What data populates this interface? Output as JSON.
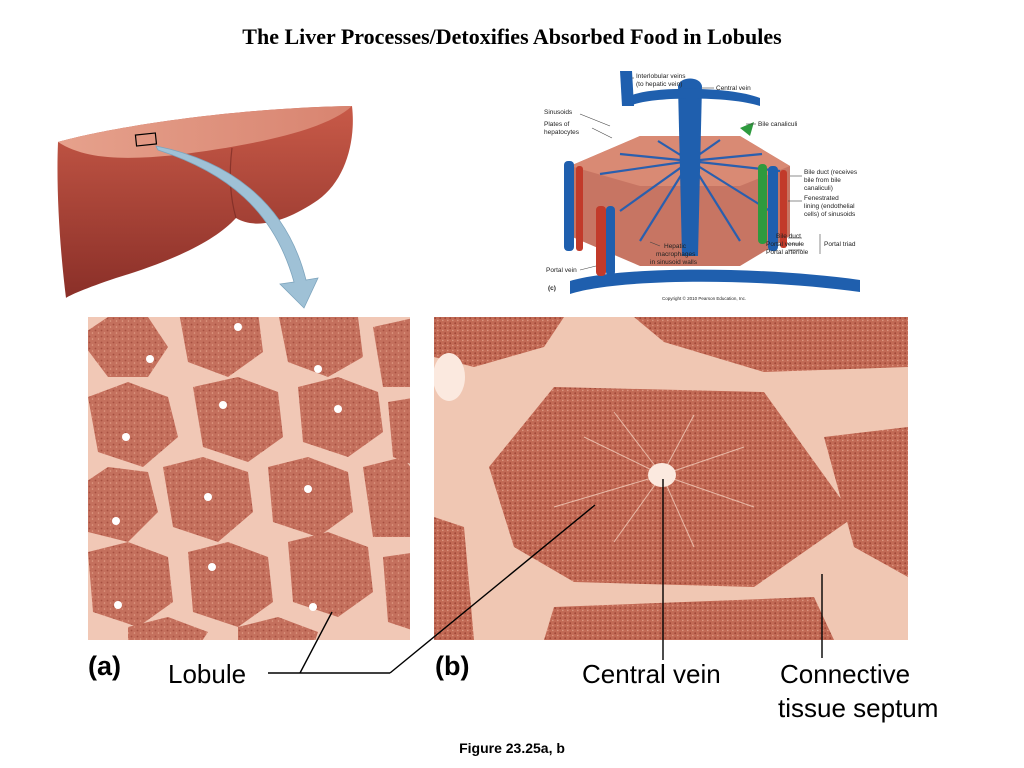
{
  "title": "The  Liver Processes/Detoxifies Absorbed Food in Lobules",
  "panels": {
    "a": {
      "tag": "(a)"
    },
    "b": {
      "tag": "(b)"
    }
  },
  "callouts": {
    "lobule": "Lobule",
    "central_vein": "Central vein",
    "septum_line1": "Connective",
    "septum_line2": "tissue septum"
  },
  "diagram_c": {
    "tag": "(c)",
    "labels": {
      "interlobular_veins_1": "Interlobular veins",
      "interlobular_veins_2": "(to hepatic vein)",
      "central_vein": "Central vein",
      "sinusoids": "Sinusoids",
      "plates_1": "Plates of",
      "plates_2": "hepatocytes",
      "bile_canaliculi": "Bile canaliculi",
      "bile_duct_1": "Bile duct (receives",
      "bile_duct_2": "bile from bile",
      "bile_duct_3": "canaliculi)",
      "fenestrated_1": "Fenestrated",
      "fenestrated_2": "lining (endothelial",
      "fenestrated_3": "cells) of sinusoids",
      "bile_duct_small": "Bile duct",
      "portal_venule": "Portal venule",
      "portal_arteriole": "Portal arteriole",
      "portal_triad": "Portal triad",
      "hepatic_macrophages_1": "Hepatic",
      "hepatic_macrophages_2": "macrophages",
      "hepatic_macrophages_3": "in sinusoid walls",
      "portal_vein": "Portal vein",
      "copyright": "Copyright © 2010 Pearson Education, Inc."
    }
  },
  "caption": "Figure 23.25a, b",
  "colors": {
    "liver": "#a8453a",
    "tissue": "#c9705c",
    "septum": "#f3cdbb",
    "vein_blue": "#1f5fae",
    "artery_red": "#c23a2a",
    "bile_green": "#2e9a3e",
    "arrow": "#9fc1d6"
  }
}
